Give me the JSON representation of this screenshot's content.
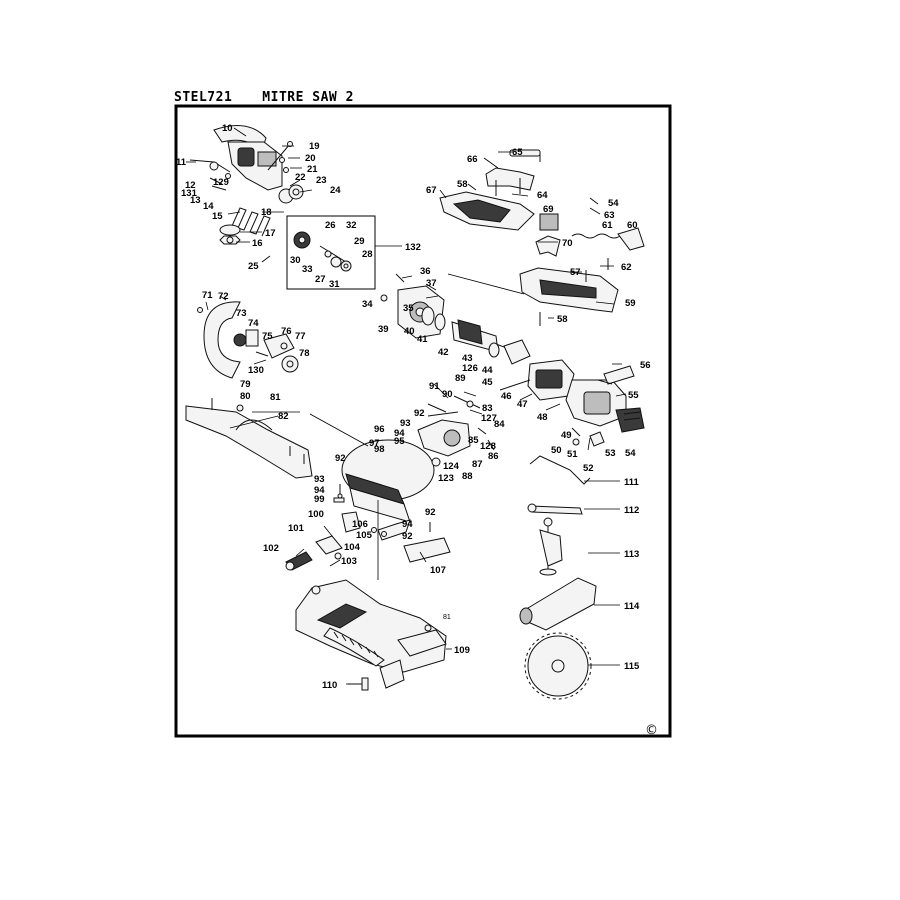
{
  "header": {
    "model": "STEL721",
    "title": "MITRE SAW 2"
  },
  "copyright_symbol": "©",
  "callouts": [
    "10",
    "19",
    "20",
    "21",
    "11",
    "22",
    "23",
    "24",
    "12",
    "129",
    "131",
    "13",
    "14",
    "15",
    "18",
    "26",
    "32",
    "17",
    "29",
    "30",
    "28",
    "16",
    "132",
    "25",
    "33",
    "27",
    "31",
    "65",
    "66",
    "58",
    "64",
    "67",
    "69",
    "54",
    "63",
    "60",
    "61",
    "70",
    "57",
    "62",
    "59",
    "58",
    "36",
    "37",
    "35",
    "34",
    "39",
    "40",
    "41",
    "42",
    "43",
    "126",
    "44",
    "45",
    "71",
    "72",
    "73",
    "74",
    "76",
    "77",
    "75",
    "78",
    "130",
    "79",
    "80",
    "81",
    "82",
    "56",
    "55",
    "89",
    "91",
    "90",
    "46",
    "47",
    "48",
    "92",
    "83",
    "127",
    "84",
    "93",
    "96",
    "97",
    "94",
    "95",
    "98",
    "85",
    "128",
    "86",
    "87",
    "88",
    "124",
    "123",
    "92",
    "49",
    "50",
    "51",
    "53",
    "54",
    "52",
    "111",
    "93",
    "94",
    "99",
    "100",
    "106",
    "94",
    "92",
    "105",
    "101",
    "104",
    "103",
    "102",
    "92",
    "107",
    "112",
    "113",
    "114",
    "115",
    "81",
    "109",
    "110"
  ]
}
